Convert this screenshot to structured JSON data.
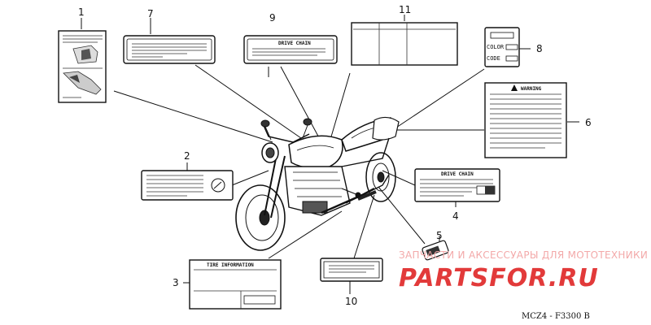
{
  "callouts": {
    "c1": "1",
    "c2": "2",
    "c3": "3",
    "c4": "4",
    "c5": "5",
    "c6": "6",
    "c7": "7",
    "c8": "8",
    "c9": "9",
    "c10": "10",
    "c11": "11"
  },
  "labels": {
    "drive_chain_9": "DRIVE CHAIN",
    "color": "COLOR",
    "code": "CODE",
    "warning": "WARNING",
    "drive_chain_4": "DRIVE CHAIN",
    "tire_information": "TIRE INFORMATION"
  },
  "watermark": {
    "tagline": "ЗАПЧАСТИ И АКСЕССУАРЫ ДЛЯ МОТОТЕХНИКИ",
    "brand": "PARTSFOR.RU",
    "color": "#e23a3a"
  },
  "diagram_code": "MCZ4 - F3300 B"
}
